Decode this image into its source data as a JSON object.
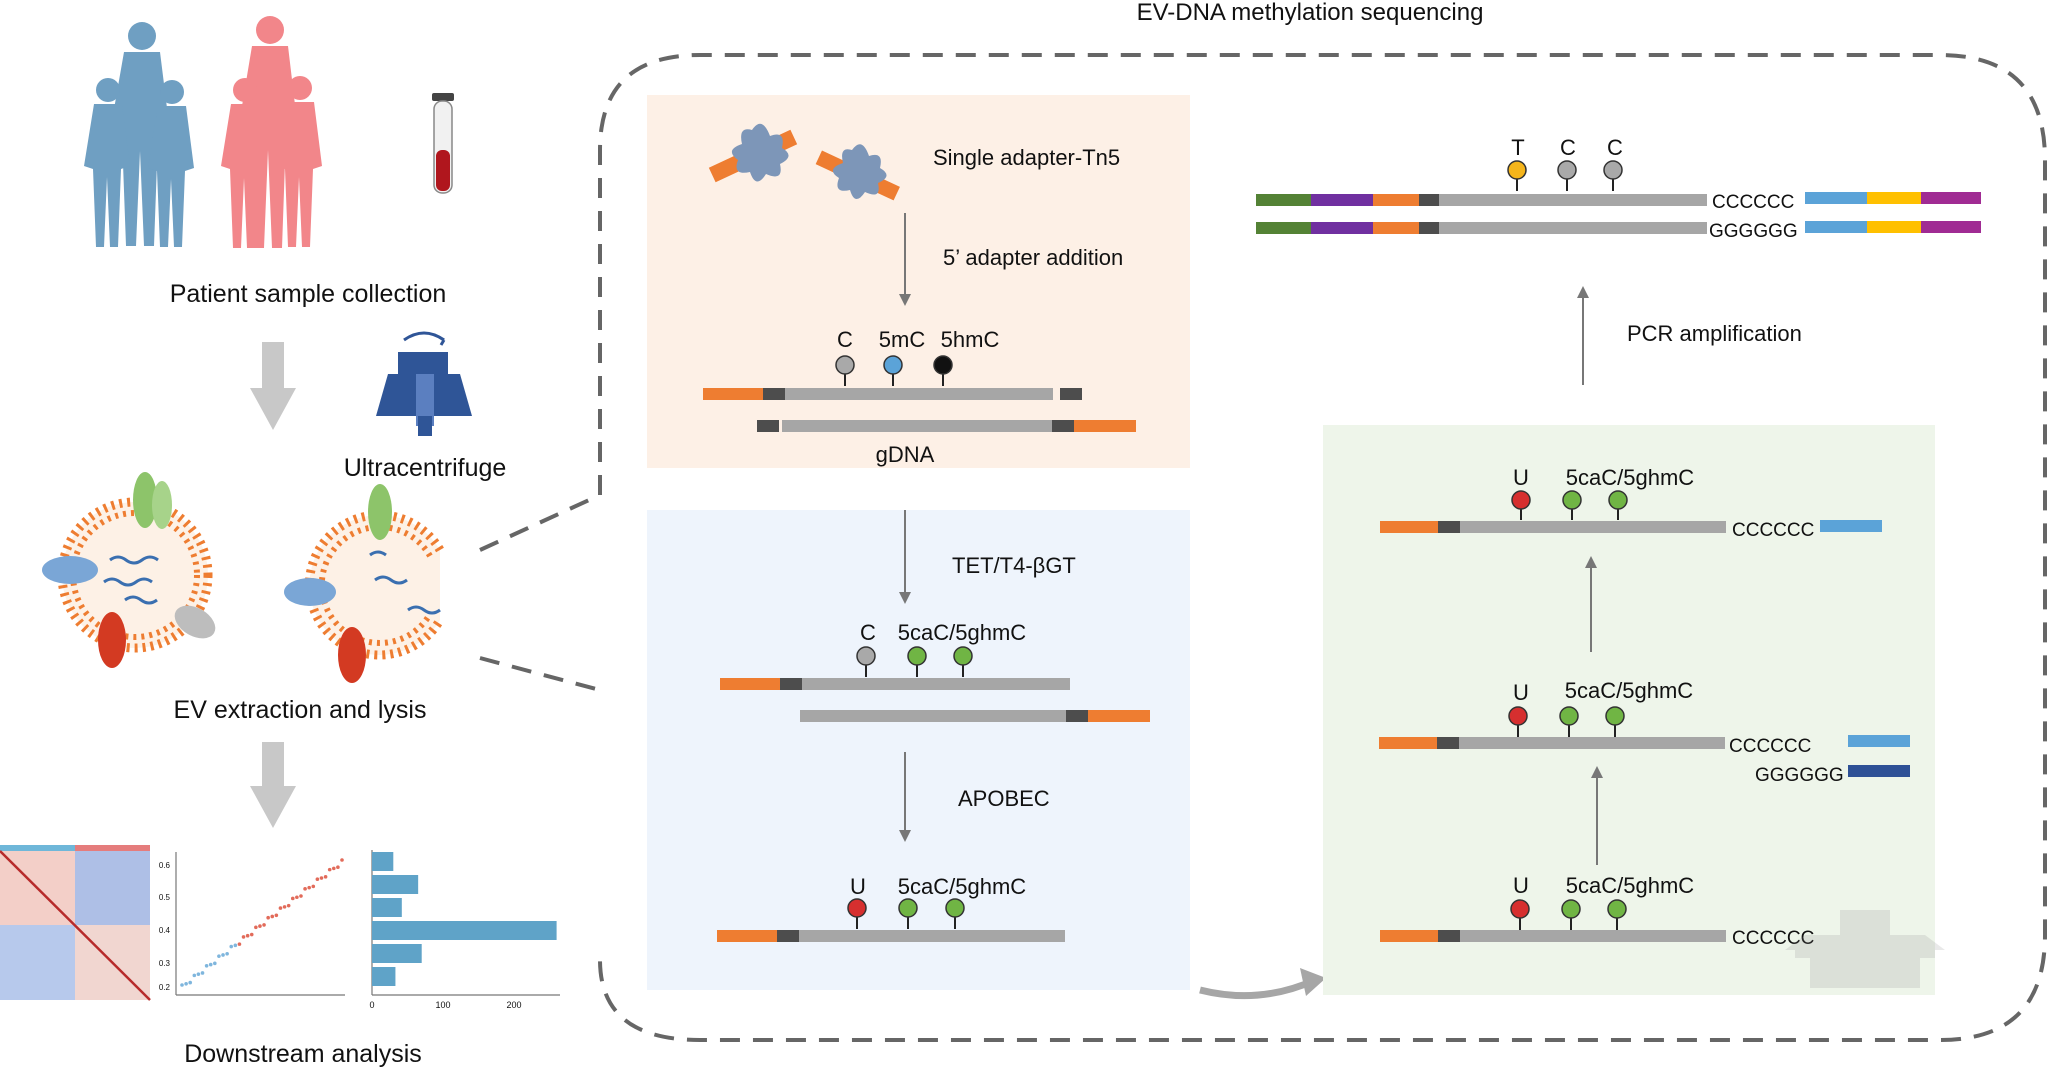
{
  "title": "EV-DNA methylation sequencing",
  "left": {
    "patient_sample_collection": "Patient sample collection",
    "ultracentrifuge": "Ultracentrifuge",
    "ev_extraction": "EV extraction and lysis",
    "downstream_analysis": "Downstream analysis"
  },
  "panel_tn5": {
    "adapter_label": "Single adapter-Tn5",
    "step_label": "5’ adapter addition",
    "mark_c": "C",
    "mark_5mc": "5mC",
    "mark_5hmc": "5hmC",
    "gdna": "gDNA"
  },
  "panel_tet": {
    "step1": "TET/T4-βGT",
    "mark_c": "C",
    "mark_5cac_1": "5caC/5ghmC",
    "step2": "APOBEC",
    "mark_u": "U",
    "mark_5cac_2": "5caC/5ghmC"
  },
  "panel_pcr": {
    "mark_u_1": "U",
    "mark_5cac_1": "5caC/5ghmC",
    "cccccc_1": "CCCCCC",
    "mark_u_2": "U",
    "mark_5cac_2": "5caC/5ghmC",
    "cccccc_2": "CCCCCC",
    "gggggg_2": "GGGGGG",
    "mark_u_3": "U",
    "mark_5cac_3": "5caC/5ghmC",
    "cccccc_3": "CCCCCC"
  },
  "top_right": {
    "mark_t": "T",
    "mark_c1": "C",
    "mark_c2": "C",
    "cccccc": "CCCCCC",
    "gggggg": "GGGGGG",
    "pcr": "PCR amplification"
  },
  "charts": {
    "scatter_y_ticks": [
      "0.6",
      "0.5",
      "0.4",
      "0.3",
      "0.2"
    ],
    "bar_x_ticks": [
      "0",
      "100",
      "200"
    ],
    "bar_values": [
      30,
      65,
      42,
      260,
      70,
      33
    ]
  },
  "colors": {
    "orange": "#ee7d31",
    "grey_strand": "#a6a6a6",
    "dark_cap": "#4d4d4d",
    "blue_person": "#6f9fc2",
    "pink_person": "#f2868a",
    "tn5_bg": "#fdf0e6",
    "tet_bg": "#eef4fc",
    "pcr_bg": "#eef5ea",
    "green_mark": "#70b544",
    "red_mark": "#d62f2f",
    "blue_mark": "#5ba3d8",
    "yellow_mark": "#f5b51b",
    "grey_mark": "#a9a9a9"
  }
}
